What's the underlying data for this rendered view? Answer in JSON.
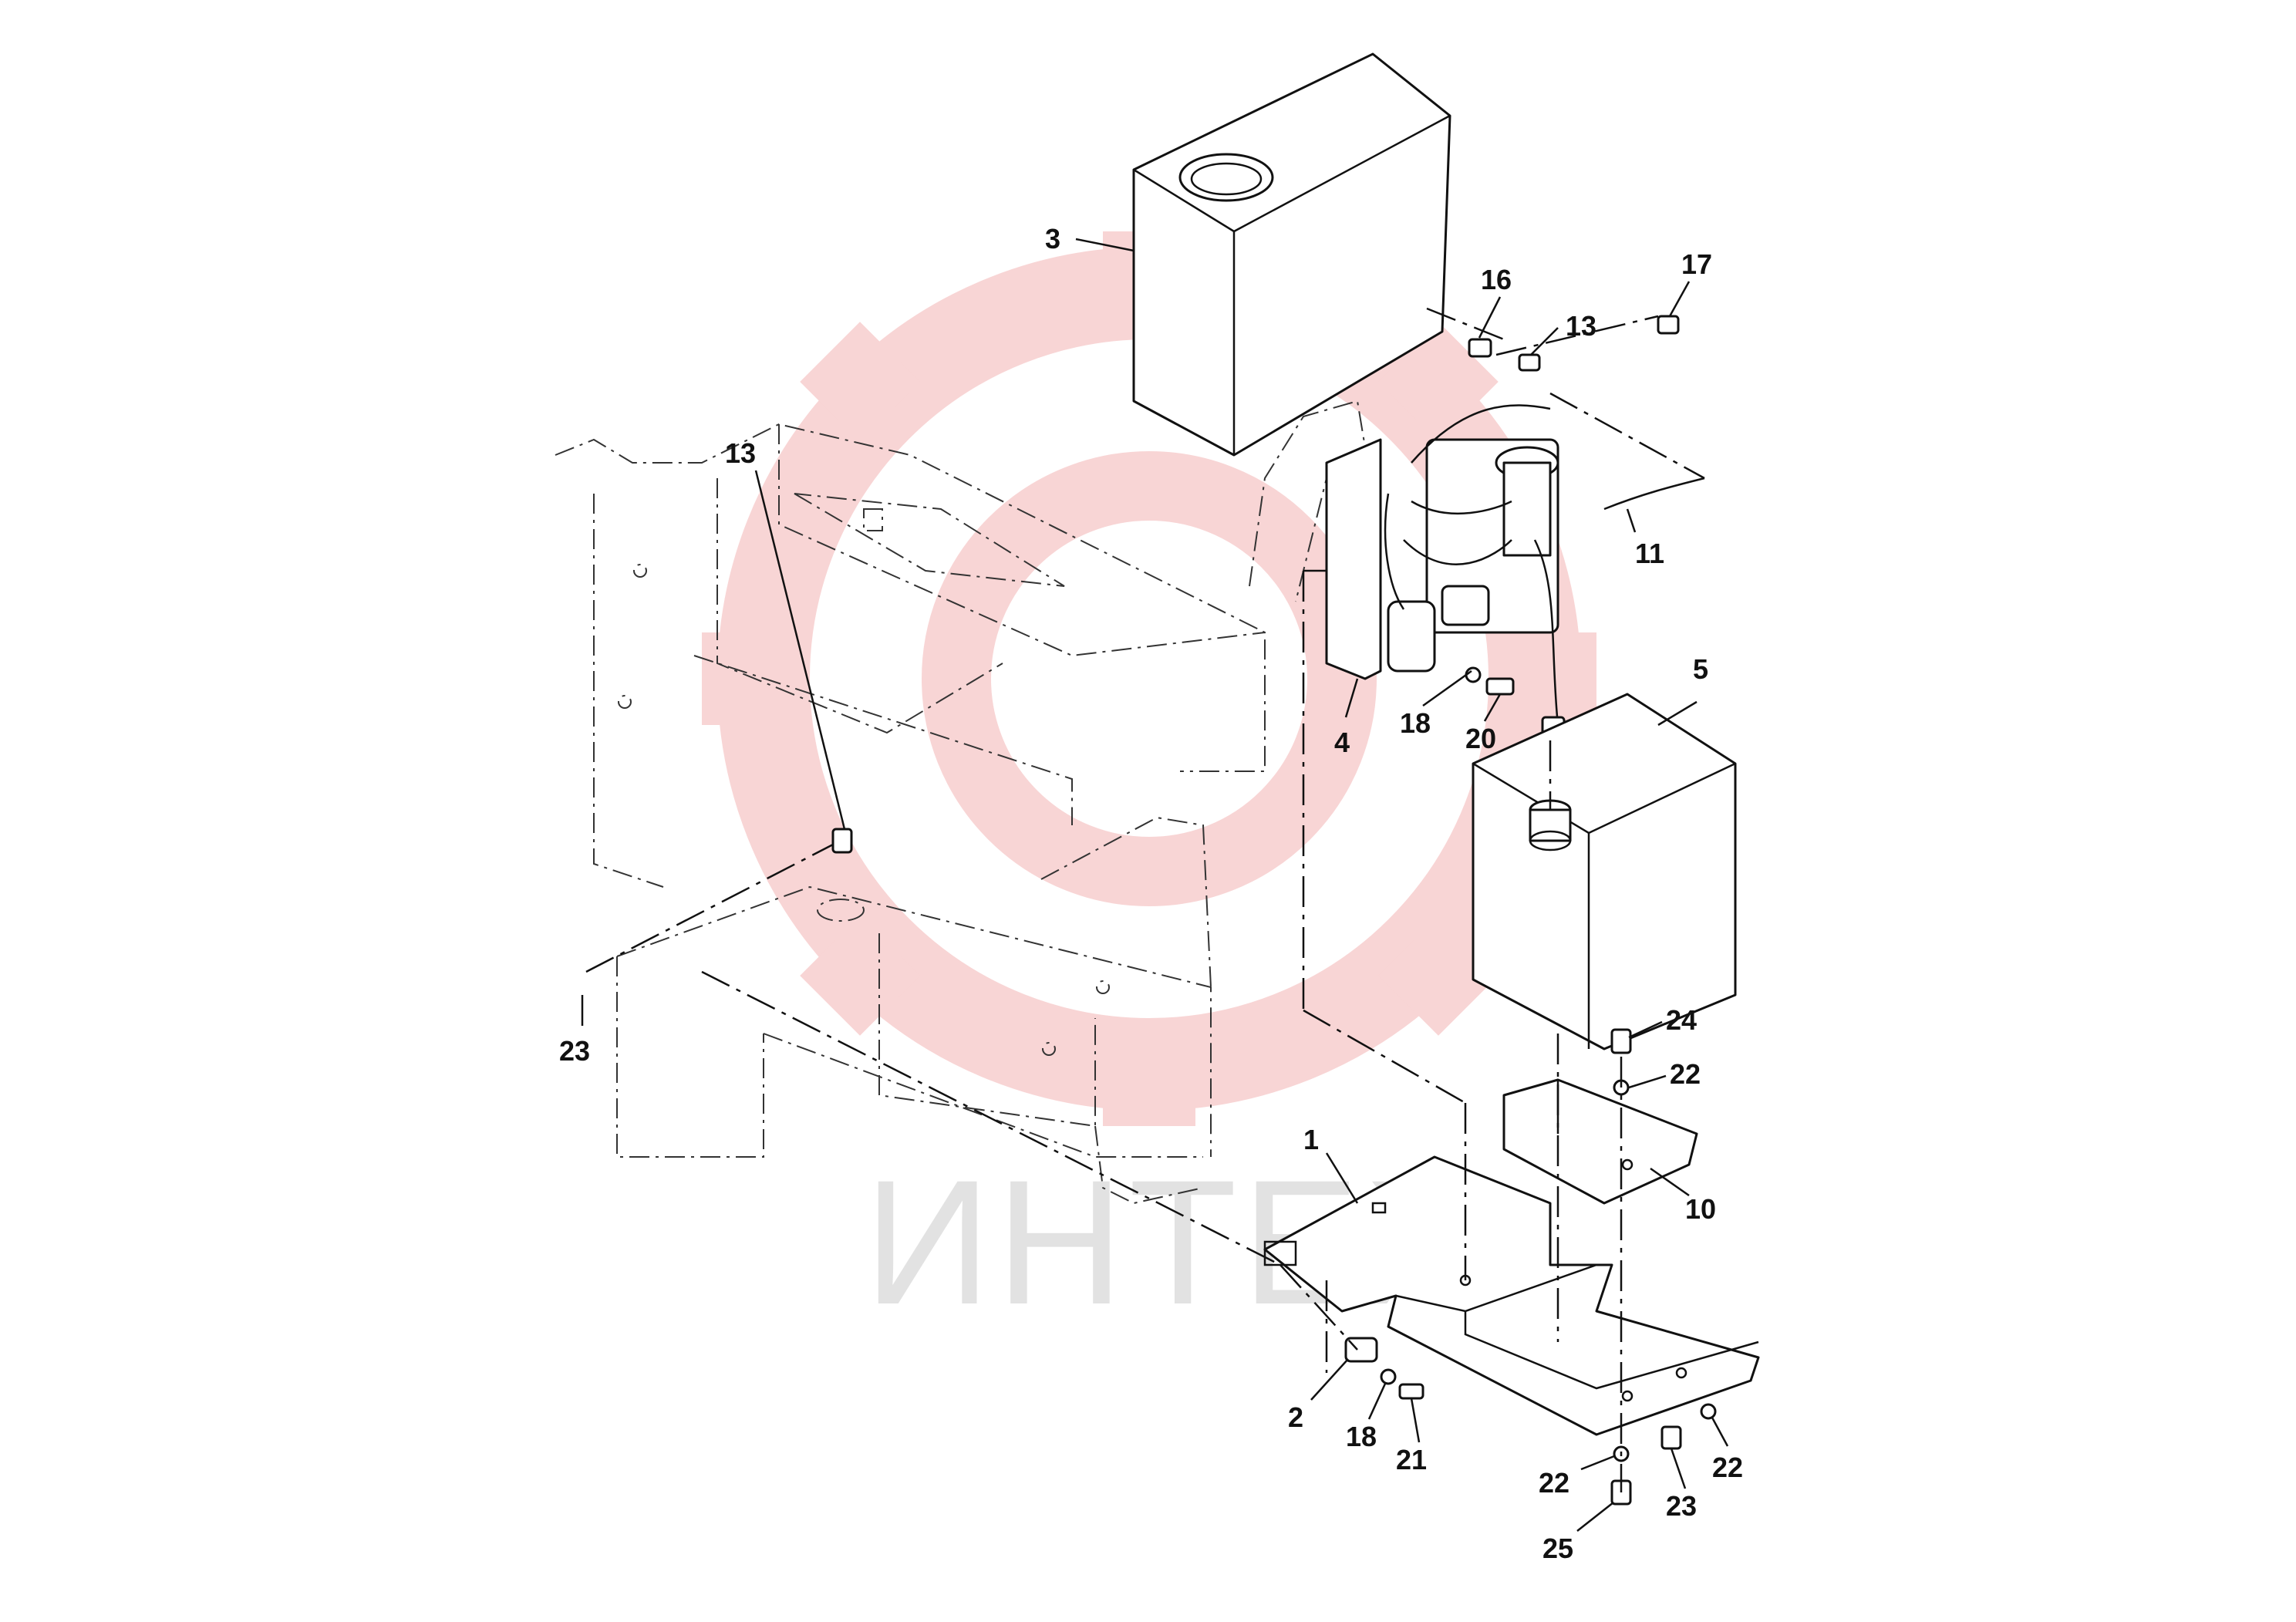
{
  "watermark": {
    "text": "ИНТЕХ",
    "gear_color": "#f5c6c6",
    "text_color": "#e2e2e2"
  },
  "callouts": [
    {
      "id": "c3",
      "label": "3"
    },
    {
      "id": "c16",
      "label": "16"
    },
    {
      "id": "c17",
      "label": "17"
    },
    {
      "id": "c13a",
      "label": "13"
    },
    {
      "id": "c13b",
      "label": "13"
    },
    {
      "id": "c11",
      "label": "11"
    },
    {
      "id": "c18a",
      "label": "18"
    },
    {
      "id": "c20",
      "label": "20"
    },
    {
      "id": "c4",
      "label": "4"
    },
    {
      "id": "c5",
      "label": "5"
    },
    {
      "id": "c23a",
      "label": "23"
    },
    {
      "id": "c24",
      "label": "24"
    },
    {
      "id": "c22a",
      "label": "22"
    },
    {
      "id": "c10",
      "label": "10"
    },
    {
      "id": "c1",
      "label": "1"
    },
    {
      "id": "c2",
      "label": "2"
    },
    {
      "id": "c18b",
      "label": "18"
    },
    {
      "id": "c21",
      "label": "21"
    },
    {
      "id": "c22b",
      "label": "22"
    },
    {
      "id": "c23b",
      "label": "23"
    },
    {
      "id": "c22c",
      "label": "22"
    },
    {
      "id": "c25",
      "label": "25"
    }
  ]
}
